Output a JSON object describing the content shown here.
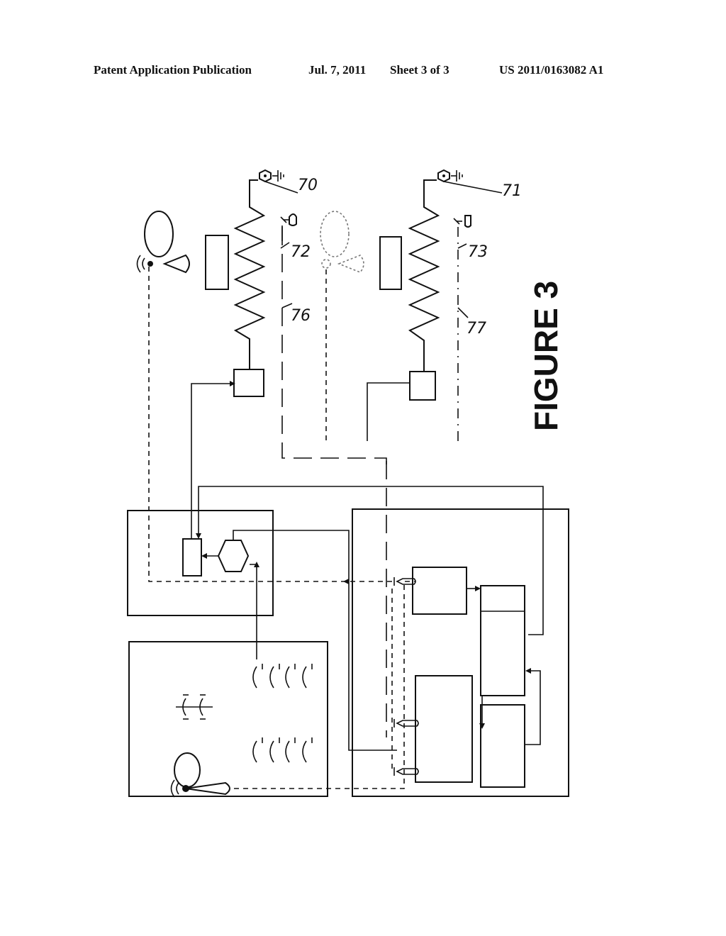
{
  "header": {
    "publication": "Patent Application Publication",
    "date": "Jul. 7, 2011",
    "sheet": "Sheet 3 of 3",
    "number": "US 2011/0163082 A1"
  },
  "figure": {
    "label": "FIGURE 3",
    "refs": {
      "r70": "70",
      "r71": "71",
      "r72": "72",
      "r73": "73",
      "r76": "76",
      "r77": "77"
    }
  }
}
